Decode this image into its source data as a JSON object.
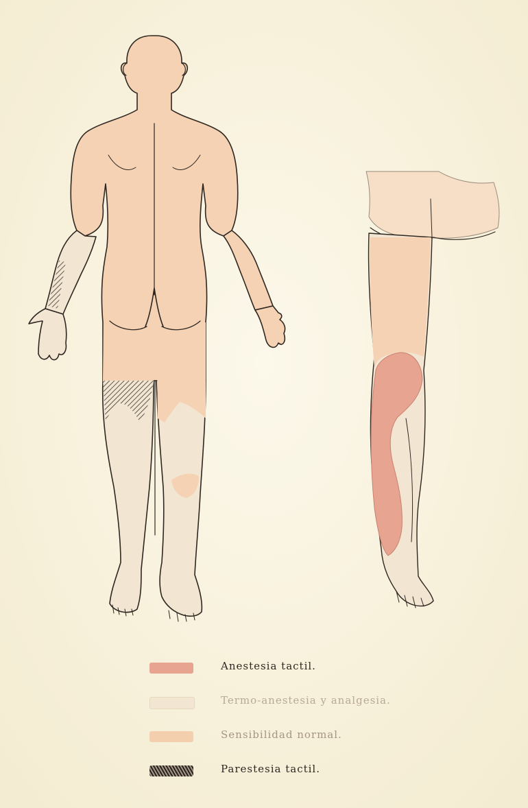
{
  "legend": [
    {
      "label": "Anestesia tactil.",
      "color": "#e7a491",
      "pattern": "solid"
    },
    {
      "label": "Termo-anestesia y analgesia.",
      "color": "#f2e6d2",
      "pattern": "solid"
    },
    {
      "label": "Sensibilidad normal.",
      "color": "#f3cfae",
      "pattern": "solid"
    },
    {
      "label": "Parestesia tactil.",
      "color": "#3b342d",
      "pattern": "hatched"
    }
  ],
  "palette": {
    "paper": "#fbf5e2",
    "skin": "#f5d2b3",
    "anesthesia": "#e7a491",
    "thermo": "#f2e6d2",
    "ink": "#2e2620"
  }
}
